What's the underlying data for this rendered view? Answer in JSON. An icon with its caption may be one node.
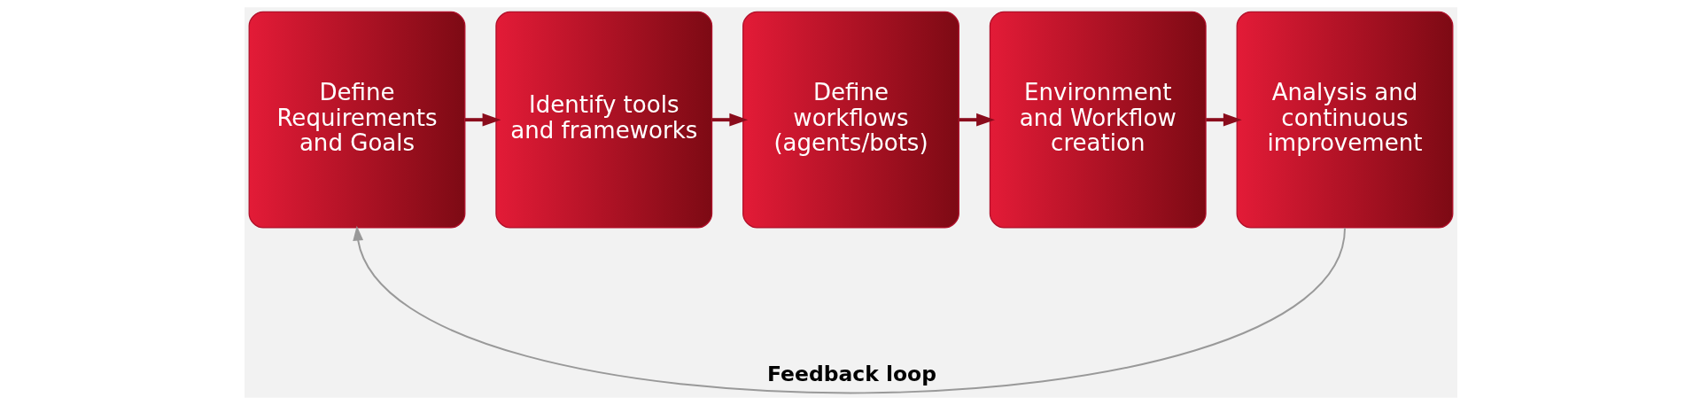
{
  "diagram": {
    "nodes": [
      {
        "text": [
          "Define Requirements and Goals"
        ]
      },
      {
        "text": [
          "Identify tools and frameworks"
        ]
      },
      {
        "text": [
          "Define workflows (agents/bots)"
        ]
      },
      {
        "text": [
          "Environment and Workflow creation"
        ]
      },
      {
        "text": [
          "Analysis and continuous improvement"
        ]
      }
    ],
    "edges": [
      {
        "from": 0,
        "to": 1,
        "arrow": "to"
      },
      {
        "from": 1,
        "to": 2,
        "arrow": "to"
      },
      {
        "from": 2,
        "to": 3,
        "arrow": "to"
      },
      {
        "from": 3,
        "to": 4,
        "arrow": "to"
      },
      {
        "from": 4,
        "to": 0,
        "arrow": "to",
        "label": "Feedback loop",
        "color": "#999999"
      }
    ]
  }
}
